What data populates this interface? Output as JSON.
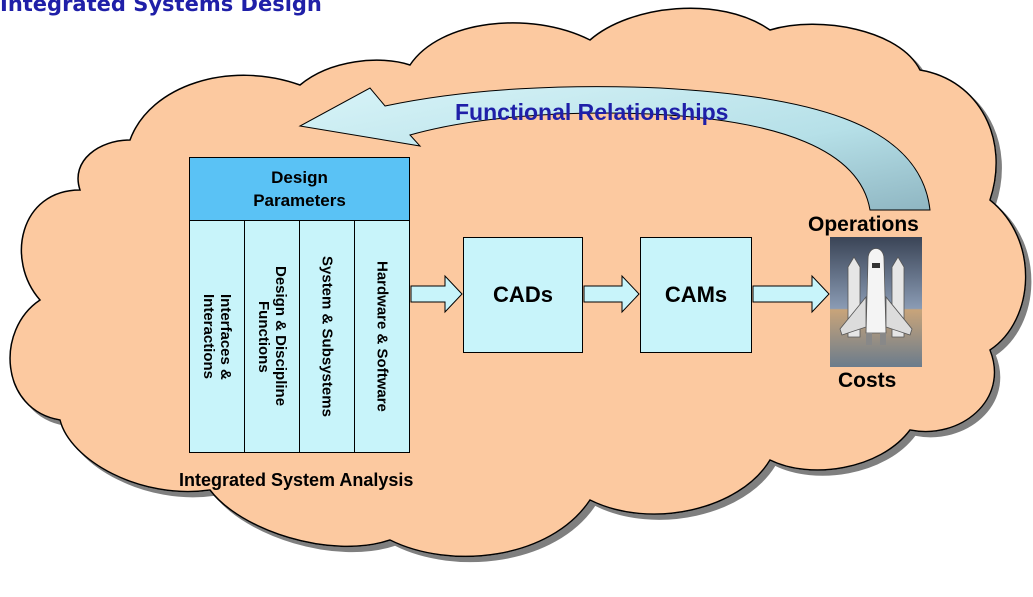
{
  "header": {
    "title": "Integrated Systems Design"
  },
  "diagram": {
    "functional_relationships": "Functional Relationships",
    "design_parameters": {
      "header_line1": "Design",
      "header_line2": "Parameters",
      "columns": [
        {
          "line1": "Interfaces &",
          "line2": "Interactions"
        },
        {
          "line1": "Design & Discipline",
          "line2": "Functions"
        },
        {
          "line1": "System & Subsystems",
          "line2": ""
        },
        {
          "line1": "Hardware & Software",
          "line2": ""
        }
      ]
    },
    "cads": "CADs",
    "cams": "CAMs",
    "integrated_system_analysis": "Integrated System Analysis",
    "operations": "Operations",
    "costs": "Costs"
  },
  "colors": {
    "cloud_fill": "#fcc9a0",
    "box_fill": "#c8f4fa",
    "header_fill": "#5ac2f5",
    "title_color": "#1f1fa8",
    "curved_arrow_fill": "#bfe8ee"
  },
  "icons": {
    "shuttle": "space-shuttle-icon",
    "arrow": "block-arrow-right-icon",
    "curved_arrow": "curved-arrow-icon"
  }
}
